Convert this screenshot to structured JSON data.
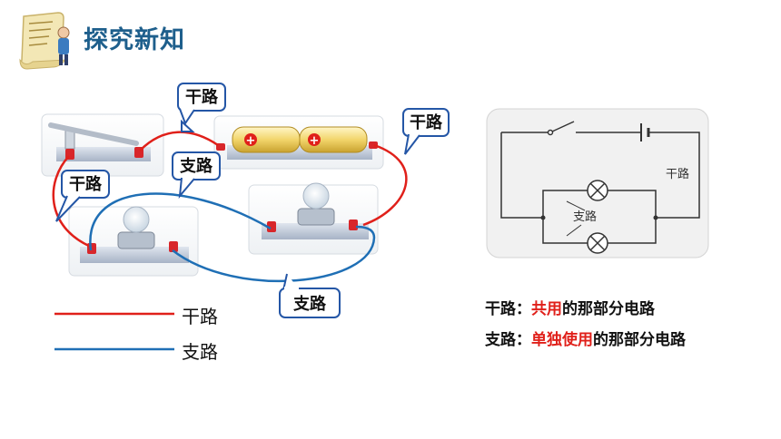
{
  "header": {
    "title": "探究新知",
    "icon": "scroll-reader-icon"
  },
  "photo": {
    "labels": {
      "trunk_top": "干路",
      "trunk_right": "干路",
      "trunk_left": "干路",
      "branch_top": "支路",
      "branch_bottom": "支路"
    },
    "battery_symbol": "+"
  },
  "legend": {
    "trunk": {
      "label": "干路",
      "color": "#e0201a"
    },
    "branch": {
      "label": "支路",
      "color": "#1f6fb5"
    }
  },
  "schematic": {
    "trunk_label": "干路",
    "branch_label": "支路"
  },
  "definitions": {
    "trunk": {
      "term": "干路：",
      "highlight": "共用",
      "rest": "的那部分电路"
    },
    "branch": {
      "term": "支路：",
      "highlight": "单独使用",
      "rest": "的那部分电路"
    }
  }
}
